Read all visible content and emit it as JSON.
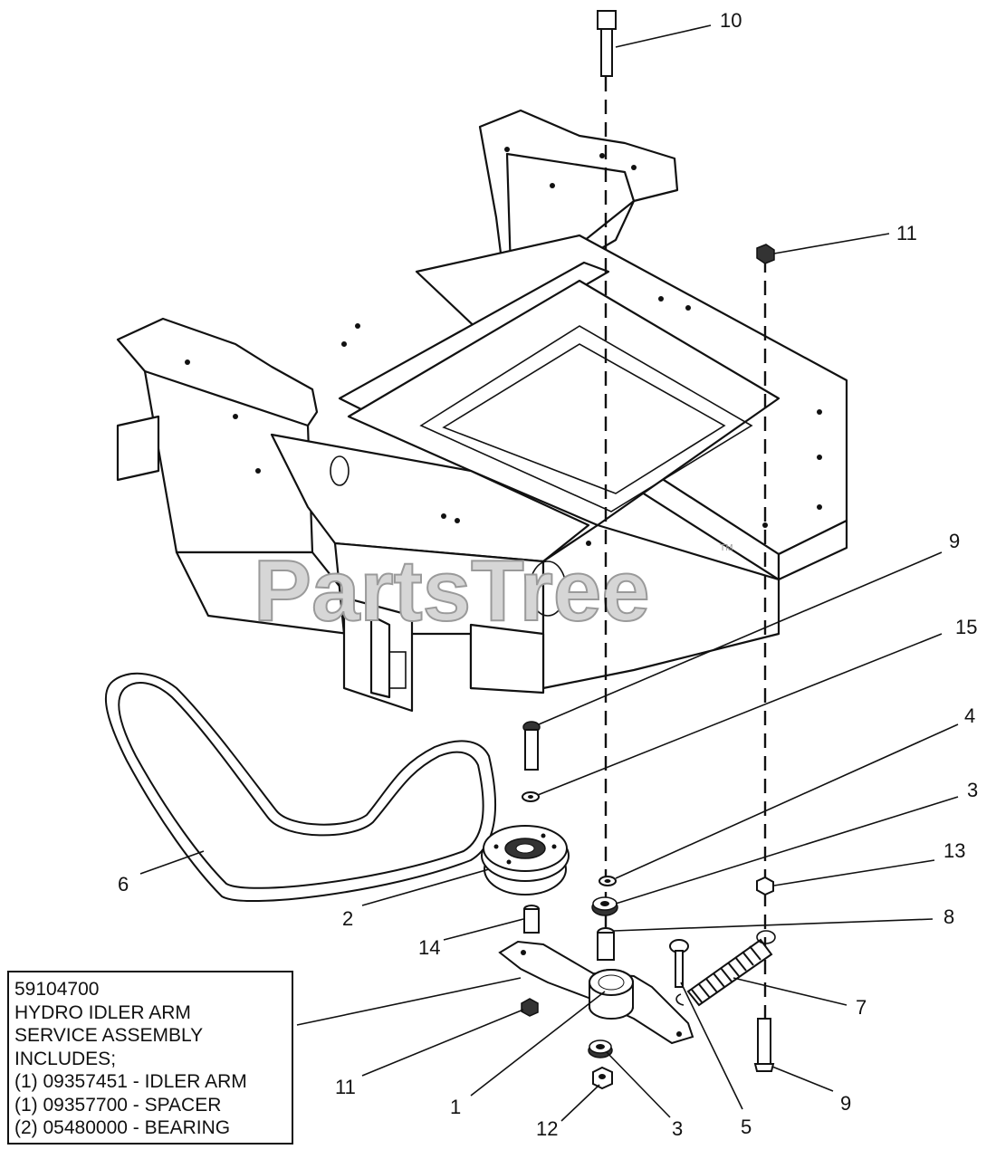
{
  "watermark": {
    "text": "PartsTree",
    "tm": "TM"
  },
  "callouts": {
    "c10": "10",
    "c11_top": "11",
    "c9_top": "9",
    "c15": "15",
    "c4": "4",
    "c3_top": "3",
    "c13": "13",
    "c6": "6",
    "c2": "2",
    "c8": "8",
    "c14": "14",
    "c7": "7",
    "c11_bottom": "11",
    "c1": "1",
    "c9_bottom": "9",
    "c12": "12",
    "c3_bottom": "3",
    "c5": "5"
  },
  "service_box": {
    "part_number": "59104700",
    "title_line1": "HYDRO IDLER ARM",
    "title_line2": "SERVICE ASSEMBLY",
    "includes": "INCLUDES;",
    "items": [
      "(1) 09357451 - IDLER ARM",
      "(1) 09357700 - SPACER",
      "(2) 05480000 - BEARING"
    ]
  }
}
